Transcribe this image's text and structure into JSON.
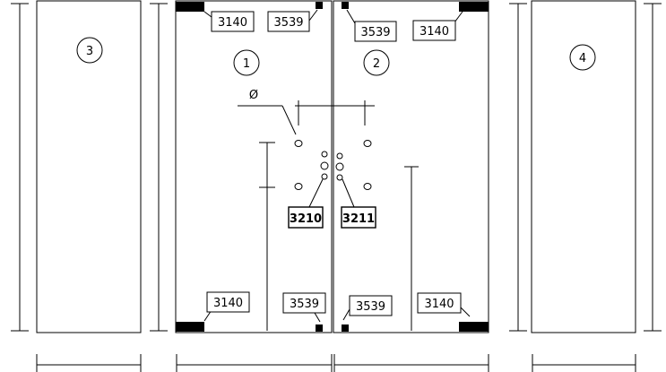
{
  "panels": {
    "left_fixed_label": "3",
    "door_left_label": "1",
    "door_right_label": "2",
    "right_fixed_label": "4"
  },
  "hardware": {
    "corner_patch": "3140",
    "pivot_patch": "3539",
    "handle_left": "3210",
    "handle_right": "3211"
  },
  "diameter_symbol": "Ø"
}
